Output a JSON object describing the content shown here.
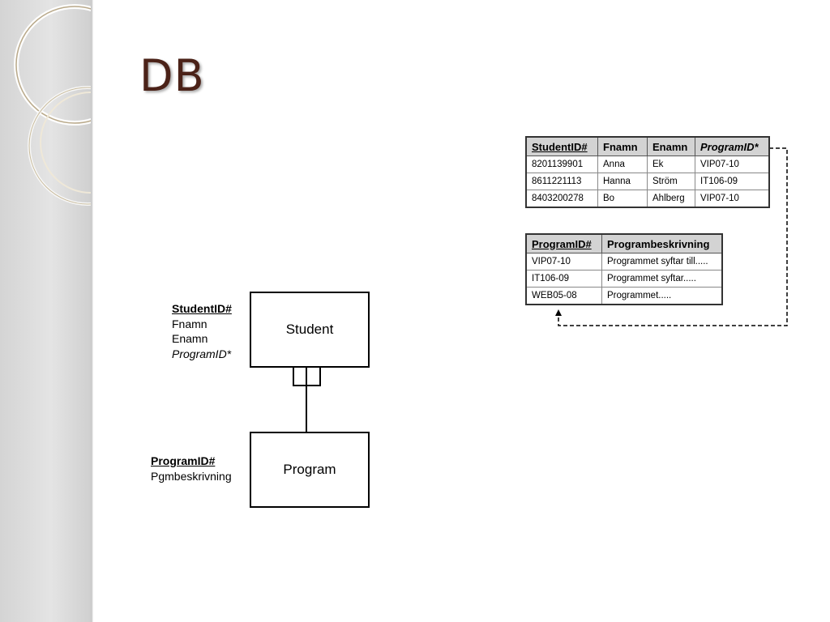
{
  "slide": {
    "title": "DB"
  },
  "er_diagram": {
    "student": {
      "label": "Student",
      "attributes": {
        "pk": "StudentID#",
        "a1": "Fnamn",
        "a2": "Enamn",
        "fk": "ProgramID*"
      }
    },
    "program": {
      "label": "Program",
      "attributes": {
        "pk": "ProgramID#",
        "a1": "Pgmbeskrivning"
      }
    }
  },
  "student_table": {
    "headers": [
      "StudentID#",
      "Fnamn",
      "Enamn",
      "ProgramID*"
    ],
    "rows": [
      [
        "8201139901",
        "Anna",
        "Ek",
        "VIP07-10"
      ],
      [
        "8611221113",
        "Hanna",
        "Ström",
        "IT106-09"
      ],
      [
        "8403200278",
        "Bo",
        "Ahlberg",
        "VIP07-10"
      ]
    ]
  },
  "program_table": {
    "headers": [
      "ProgramID#",
      "Programbeskrivning"
    ],
    "rows": [
      [
        "VIP07-10",
        "Programmet syftar till....."
      ],
      [
        "IT106-09",
        "Programmet syftar....."
      ],
      [
        "WEB05-08",
        "Programmet....."
      ]
    ]
  },
  "colors": {
    "title": "#4b2218",
    "header_fill": "#d3d3d3"
  }
}
